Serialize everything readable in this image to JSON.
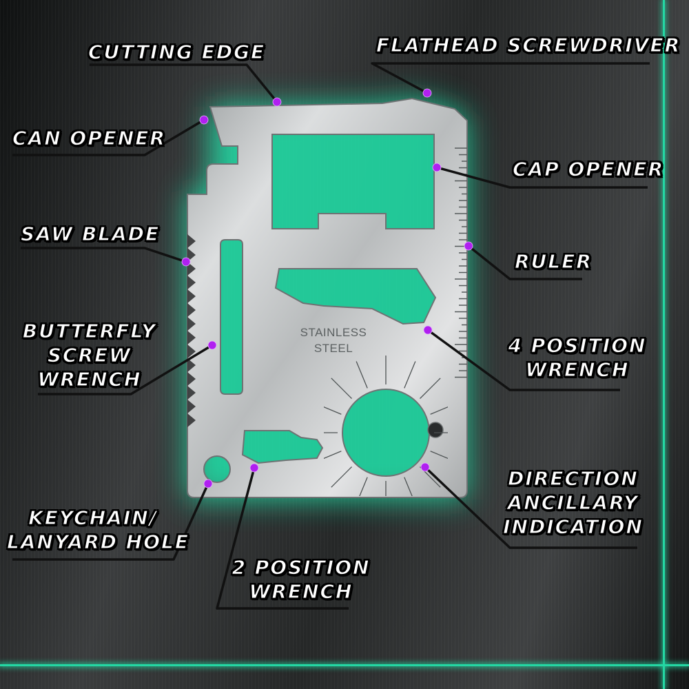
{
  "stamp": {
    "line1": "STAINLESS",
    "line2": "STEEL"
  },
  "colors": {
    "accent": "#24d7a3",
    "dot": "#b020f0",
    "leader": "#111111",
    "steel": "#c9cbcc"
  },
  "labels": {
    "cutting_edge": "CUTTING EDGE",
    "flathead_screwdriver": "FLATHEAD SCREWDRIVER",
    "can_opener": "CAN OPENER",
    "cap_opener": "CAP OPENER",
    "saw_blade": "SAW BLADE",
    "ruler": "RULER",
    "butterfly_screw_wrench": "BUTTERFLY\nSCREW\nWRENCH",
    "four_position_wrench": "4 POSITION\nWRENCH",
    "direction_ancillary_indication": "DIRECTION\nANCILLARY\nINDICATION",
    "keychain_lanyard_hole": "KEYCHAIN/\nLANYARD HOLE",
    "two_position_wrench": "2 POSITION\nWRENCH"
  }
}
